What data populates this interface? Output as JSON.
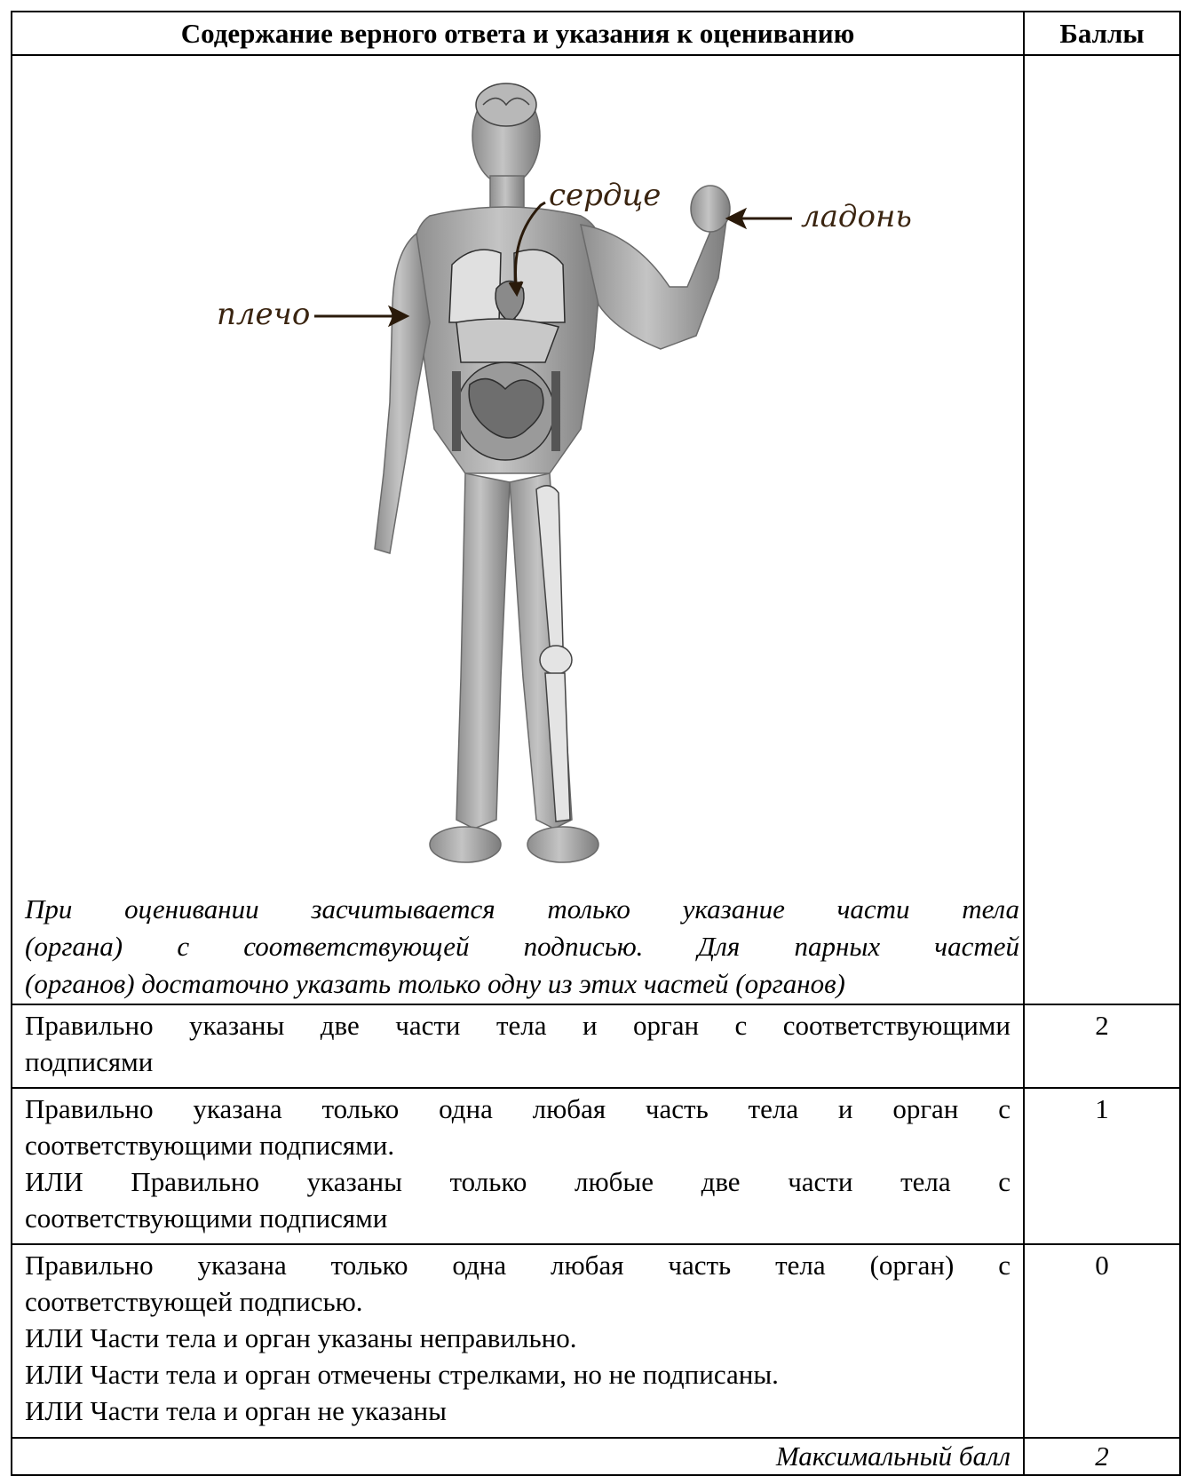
{
  "header": {
    "content_title": "Содержание верного ответа и указания к оцениванию",
    "score_title": "Баллы"
  },
  "figure": {
    "labels": {
      "heart": "сердце",
      "palm": "ладонь",
      "shoulder": "плечо"
    }
  },
  "hint_lines": [
    "При оценивании засчитывается только указание части тела",
    "(органа) с соответствующей подписью. Для парных частей",
    "(органов) достаточно указать только одну из этих частей (органов)"
  ],
  "criteria": [
    {
      "lines": [
        "Правильно указаны две части тела и орган с соответствующими",
        "подписями"
      ],
      "score": "2"
    },
    {
      "lines": [
        "Правильно указана только одна любая часть тела и орган с",
        "соответствующими подписями.",
        "ИЛИ Правильно указаны только любые две части тела с",
        "соответствующими подписями"
      ],
      "score": "1"
    },
    {
      "lines": [
        "Правильно указана только одна любая часть тела (орган) с",
        "соответствующей подписью.",
        "ИЛИ Части тела и орган указаны неправильно.",
        "ИЛИ Части тела и орган отмечены стрелками, но не подписаны.",
        "ИЛИ Части тела и орган не указаны"
      ],
      "score": "0"
    }
  ],
  "max": {
    "label": "Максимальный балл",
    "score": "2"
  }
}
